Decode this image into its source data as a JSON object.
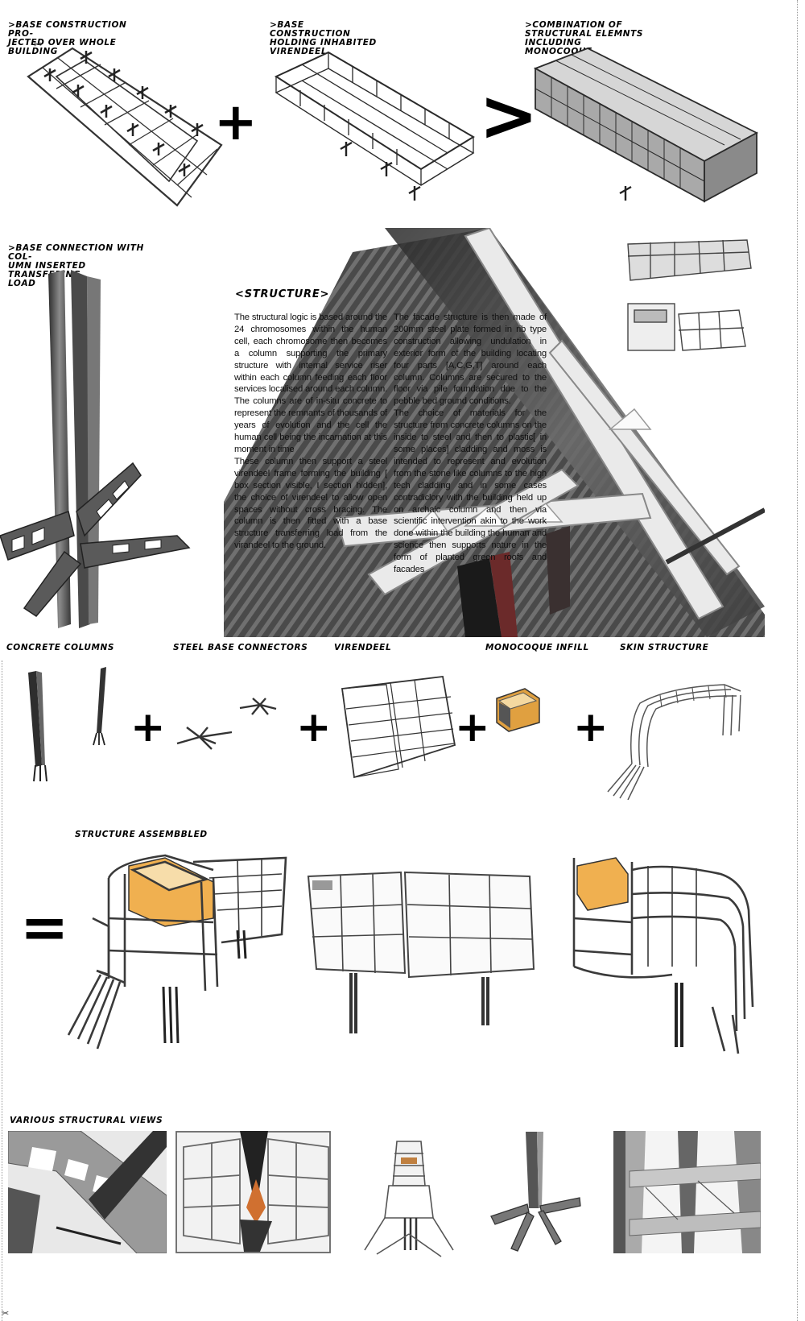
{
  "top_row": {
    "label_1": ">BASE CONSTRUCTION PRO-\nJECTED OVER WHOLE BUILDING",
    "label_2": ">BASE CONSTRUCTION\nHOLDING INHABITED\nVIRENDEEL",
    "label_3": ">COMBINATION OF\nSTRUCTURAL ELEMNTS\nINCLUDING MONOCOQUE",
    "plus": "+",
    "greater": ">"
  },
  "middle": {
    "label_connection": ">BASE CONNECTION WITH COL-\nUMN INSERTED TRANSFERING\nLOAD",
    "structure_heading": "<STRUCTURE>",
    "paragraph_left": "The structural logic is based around the 24 chromosomes within the human cell, each chromosome then becomes a column supporting the primary structure with internal service riser within each column feeding each floor services localised around each column. The columns are of in-situ concrete to represent the remnants of thousands of years of evolution and the cell the human cell being the incarnation at this moment in time\nThese column then support a steel virendeel frame forming the building [ box section visible, I section hidden], the choice of virendeel to allow open spaces without cross bracing. The column is then fitted with a base structure transferring load from the virandeel to the ground.",
    "paragraph_right": "The facade structure is then made of 200mm steel plate formed in rib type construction allowing undulation in exterior form of the building locating four parts [A,C,G,T] around each column. Columns are secured to the floor via pile foundation due to the pebble bed ground conditions.\nThe choice of materials for the structure from concrete columns on the inside to steel and then to plastic[ in some places] cladding and moss is intended to represent and evolution from the stone like columns to the high tech cladding and in some cases contradiclory with the building held up on archaic column and then via scientific intervention akin to the work done within the building the human and science then supports nature in the form of planted green roofs and facades"
  },
  "components": {
    "concrete_columns": "CONCRETE COLUMNS",
    "steel_base_connectors": "STEEL BASE CONNECTORS",
    "virendeel": "VIRENDEEL",
    "monocoque_infill": "MONOCOQUE INFILL",
    "skin_structure": "SKIN STRUCTURE",
    "plus": "+"
  },
  "assembled": {
    "label": "STRUCTURE ASSEMBBLED",
    "equals": "="
  },
  "views": {
    "label": "VARIOUS STRUCTURAL VIEWS"
  },
  "colors": {
    "steel_dark": "#3a3a3a",
    "steel_mid": "#8a8a8a",
    "steel_light": "#d8d8d8",
    "monocoque": "#e0a040"
  }
}
